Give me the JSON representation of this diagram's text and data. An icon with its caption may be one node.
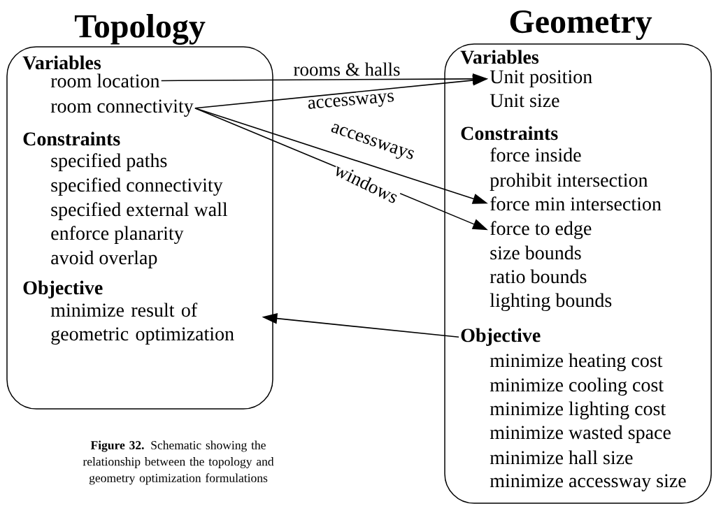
{
  "diagram": {
    "caption": "**Figure 32.** Schematic showing the relationship between the topology and geometry optimization formulations",
    "nodes": [
      {
        "text": [
          "Topology"
        ]
      },
      {
        "text": [
          "Variables"
        ],
        "in": 0
      },
      {
        "text": [
          "room location"
        ],
        "in": 0
      },
      {
        "text": [
          "room connectivity"
        ],
        "in": 0
      },
      {
        "text": [
          "Constraints"
        ],
        "in": 0
      },
      {
        "text": [
          "specified paths"
        ],
        "in": 0
      },
      {
        "text": [
          "specified connectivity"
        ],
        "in": 0
      },
      {
        "text": [
          "specified external wall"
        ],
        "in": 0
      },
      {
        "text": [
          "enforce planarity"
        ],
        "in": 0
      },
      {
        "text": [
          "avoid overlap"
        ],
        "in": 0
      },
      {
        "text": [
          "Objective"
        ],
        "in": 0
      },
      {
        "text": [
          "minimize result of geometric optimization"
        ],
        "in": 0
      },
      {
        "text": [
          "Geometry"
        ]
      },
      {
        "text": [
          "Variables"
        ],
        "in": 12
      },
      {
        "text": [
          "Unit position"
        ],
        "in": 12
      },
      {
        "text": [
          "Unit size"
        ],
        "in": 12
      },
      {
        "text": [
          "Constraints"
        ],
        "in": 12
      },
      {
        "text": [
          "force inside"
        ],
        "in": 12
      },
      {
        "text": [
          "prohibit intersection"
        ],
        "in": 12
      },
      {
        "text": [
          "force min intersection"
        ],
        "in": 12
      },
      {
        "text": [
          "force to edge"
        ],
        "in": 12
      },
      {
        "text": [
          "size bounds"
        ],
        "in": 12
      },
      {
        "text": [
          "ratio bounds"
        ],
        "in": 12
      },
      {
        "text": [
          "lighting bounds"
        ],
        "in": 12
      },
      {
        "text": [
          "Objective"
        ],
        "in": 12
      },
      {
        "text": [
          "minimize heating cost"
        ],
        "in": 12
      },
      {
        "text": [
          "minimize cooling cost"
        ],
        "in": 12
      },
      {
        "text": [
          "minimize lighting cost"
        ],
        "in": 12
      },
      {
        "text": [
          "minimize wasted space"
        ],
        "in": 12
      },
      {
        "text": [
          "minimize hall size"
        ],
        "in": 12
      },
      {
        "text": [
          "minimize accessway size"
        ],
        "in": 12
      }
    ],
    "edges": [
      {
        "from": 2,
        "to": 14,
        "arrow": "to",
        "label": "rooms & halls"
      },
      {
        "from": 3,
        "to": 14,
        "arrow": "to",
        "label": "accessways"
      },
      {
        "from": 3,
        "to": 19,
        "arrow": "to",
        "label": "accessways"
      },
      {
        "from": 3,
        "to": 20,
        "arrow": "to",
        "label": "windows"
      },
      {
        "from": 24,
        "to": 11,
        "arrow": "to"
      }
    ]
  }
}
